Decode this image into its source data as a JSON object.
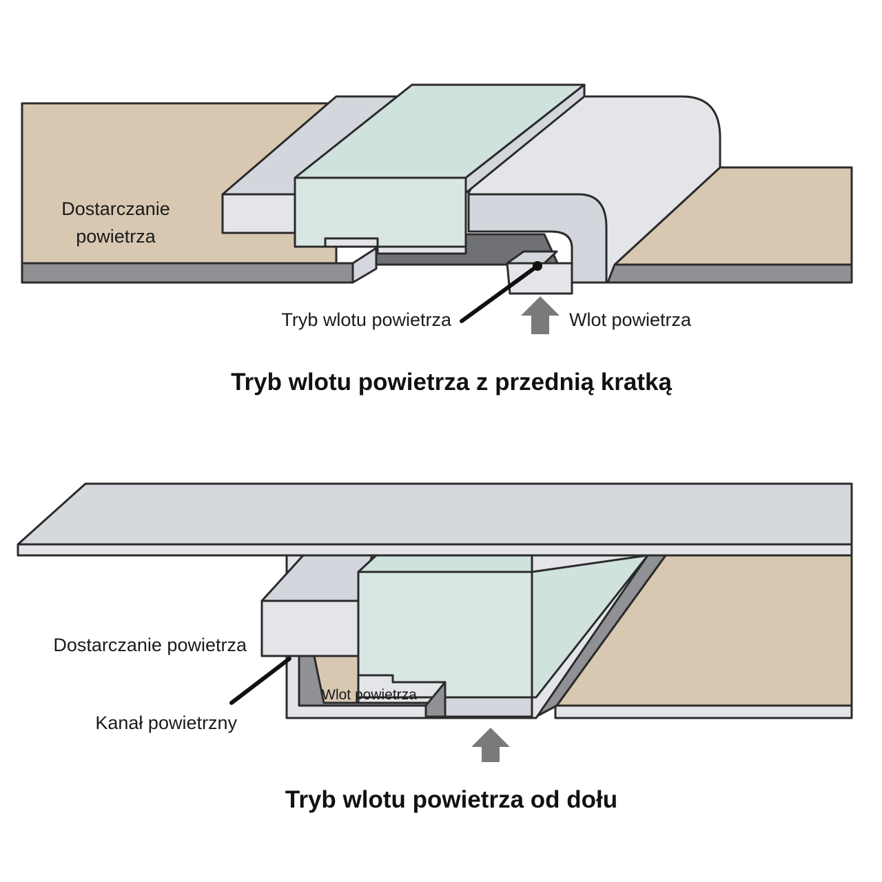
{
  "colors": {
    "wall": "#d8c8b2",
    "floor_dark": "#8f9194",
    "duct_light": "#e3e5e8",
    "duct_mid": "#d3d6dc",
    "unit_face": "#d9e7e4",
    "unit_top": "#cfe2de",
    "gap_dark": "#6f7175",
    "ceiling": "#d5d8dc",
    "arrow": "#7a7a7a",
    "outline": "#2b2b2b"
  },
  "top_diagram": {
    "label_supply_line1": "Dostarczanie",
    "label_supply_line2": "powietrza",
    "label_mode": "Tryb wlotu powietrza",
    "label_inlet": "Wlot powietrza",
    "title": "Tryb wlotu powietrza z przednią kratką"
  },
  "bottom_diagram": {
    "label_supply": "Dostarczanie powietrza",
    "label_channel": "Kanał powietrzny",
    "label_inlet": "Wlot powietrza",
    "title": "Tryb wlotu powietrza od dołu"
  }
}
